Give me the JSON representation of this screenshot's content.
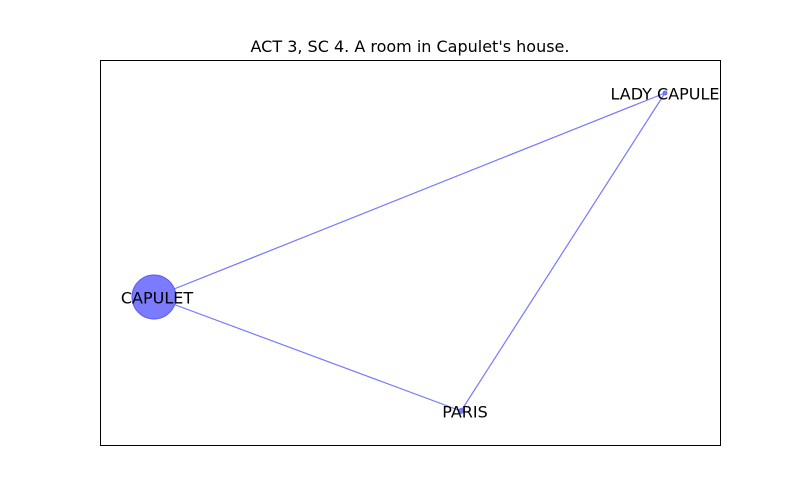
{
  "title": "ACT 3, SC 4. A room in Capulet's house.",
  "colors": {
    "edge": "#7777ff",
    "node_fill": "#7b7bff",
    "node_stroke": "#5c5cf0",
    "frame": "#000000"
  },
  "nodes": [
    {
      "id": "capulet",
      "label": "CAPULET",
      "weight": "large"
    },
    {
      "id": "lady_capulet",
      "label": "LADY CAPULE",
      "weight": "small"
    },
    {
      "id": "paris",
      "label": "PARIS",
      "weight": "small"
    }
  ],
  "edges": [
    {
      "from": "capulet",
      "to": "lady_capulet"
    },
    {
      "from": "capulet",
      "to": "paris"
    },
    {
      "from": "lady_capulet",
      "to": "paris"
    }
  ]
}
